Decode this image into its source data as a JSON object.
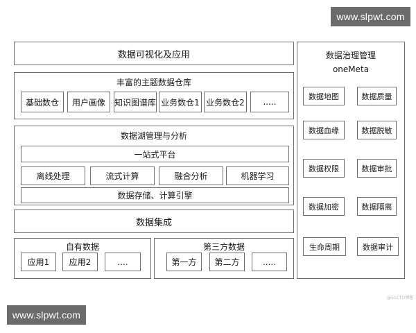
{
  "watermark": "www.slpwt.com",
  "faint_mark": "@51CTO博客",
  "top_layer": "数据可视化及应用",
  "theme_repo": {
    "title": "丰富的主题数据仓库",
    "items": [
      "基础数仓",
      "用户画像",
      "知识图谱库",
      "业务数仓1",
      "业务数仓2",
      "....."
    ]
  },
  "data_lake": {
    "title": "数据湖管理与分析",
    "platform": "一站式平台",
    "items": [
      "离线处理",
      "流式计算",
      "融合分析",
      "机器学习"
    ],
    "storage": "数据存储、计算引擎"
  },
  "integration": "数据集成",
  "own_data": {
    "title": "自有数据",
    "items": [
      "应用1",
      "应用2",
      "...."
    ]
  },
  "third_party": {
    "title": "第三方数据",
    "items": [
      "第一方",
      "第二方",
      "....."
    ]
  },
  "governance": {
    "title": "数据治理管理",
    "subtitle": "oneMeta",
    "items": [
      "数据地图",
      "数据质量",
      "数据血缘",
      "数据脱敏",
      "数据权限",
      "数据审批",
      "数据加密",
      "数据隔离",
      "生命周期",
      "数据审计"
    ]
  }
}
